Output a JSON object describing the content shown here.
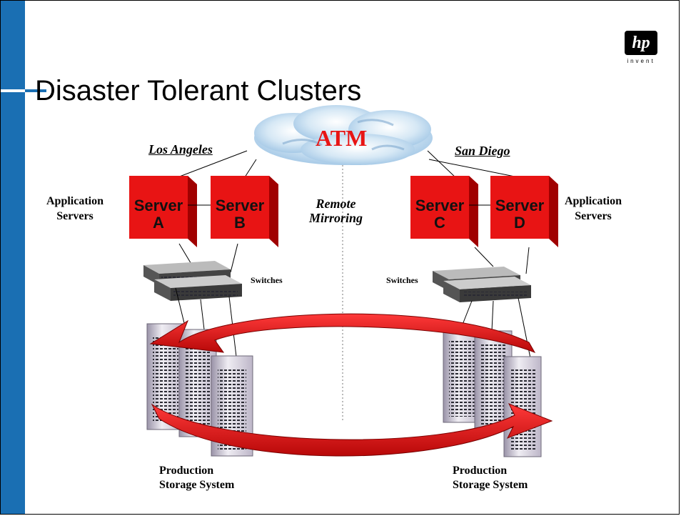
{
  "slide": {
    "title": "Disaster Tolerant Clusters",
    "accent_color": "#1a6fb3"
  },
  "logo": {
    "mark": "hp",
    "tagline": "invent"
  },
  "network": {
    "label": "ATM"
  },
  "sites": {
    "left": "Los Angeles",
    "right": "San Diego"
  },
  "servers": [
    {
      "line1": "Server",
      "line2": "A"
    },
    {
      "line1": "Server",
      "line2": "B"
    },
    {
      "line1": "Server",
      "line2": "C"
    },
    {
      "line1": "Server",
      "line2": "D"
    }
  ],
  "labels": {
    "app_servers_left": [
      "Application",
      "Servers"
    ],
    "app_servers_right": [
      "Application",
      "Servers"
    ],
    "remote_mirroring": [
      "Remote",
      "Mirroring"
    ],
    "switches_left": "Switches",
    "switches_right": "Switches",
    "storage_left": [
      "Production",
      "Storage System"
    ],
    "storage_right": [
      "Production",
      "Storage System"
    ]
  },
  "colors": {
    "server_red": "#e81414",
    "arrow_red": "#e01010",
    "cloud_blue": "#bcd8ee"
  }
}
